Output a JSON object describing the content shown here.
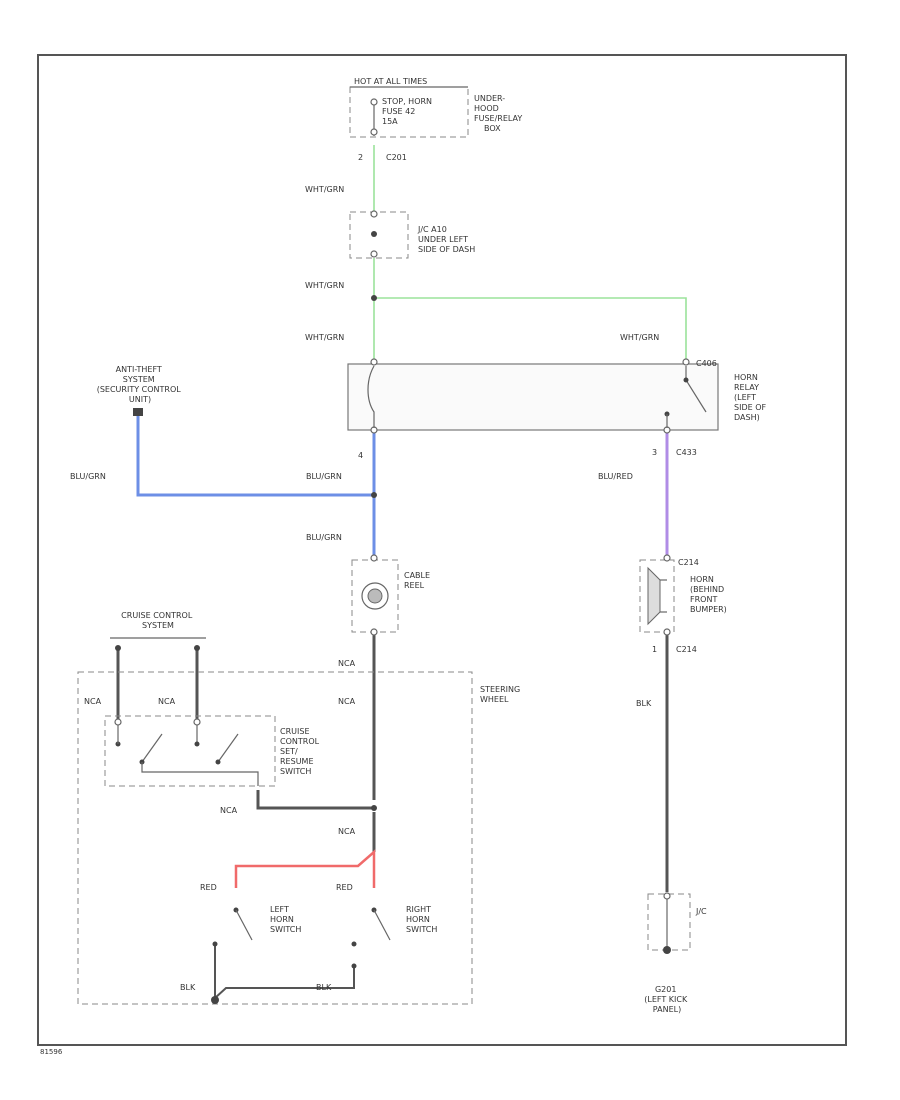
{
  "colors": {
    "wht_grn": "#9be39b",
    "blu_grn": "#6d8fe6",
    "blu_red": "#b08ce6",
    "red": "#f06a6a",
    "blk": "#555555",
    "nca": "#555555"
  },
  "power_label": "HOT AT ALL TIMES",
  "fuse": {
    "lines": [
      "STOP, HORN",
      "FUSE 42",
      "15A"
    ],
    "pin": "2",
    "connector": "C201"
  },
  "underhood": {
    "lines": [
      "UNDER-",
      "HOOD",
      "FUSE/RELAY",
      "BOX"
    ]
  },
  "jc": {
    "lines": [
      "J/C A10",
      "UNDER LEFT",
      "SIDE OF DASH"
    ]
  },
  "wires": {
    "wht_grn": "WHT/GRN",
    "blu_grn": "BLU/GRN",
    "blu_red": "BLU/RED",
    "nca": "NCA",
    "red": "RED",
    "blk": "BLK"
  },
  "relay": {
    "connector": "C406",
    "pin_left": "4",
    "pin_right": "3",
    "connector_bottom": "C433",
    "lines": [
      "HORN",
      "RELAY",
      "(LEFT",
      "SIDE OF",
      "DASH)"
    ]
  },
  "security": {
    "lines": [
      "ANTI-THEFT",
      "SYSTEM",
      "(SECURITY CONTROL",
      "UNIT)"
    ]
  },
  "cable_reel": {
    "lines": [
      "CABLE",
      "REEL"
    ]
  },
  "cruise_system": {
    "lines": [
      "CRUISE CONTROL",
      "SYSTEM"
    ]
  },
  "cruise_switch": {
    "lines": [
      "CRUISE",
      "CONTROL",
      "SET/",
      "RESUME",
      "SWITCH"
    ]
  },
  "steering": {
    "lines": [
      "STEERING",
      "WHEEL"
    ]
  },
  "left_horn": {
    "lines": [
      "LEFT",
      "HORN",
      "SWITCH"
    ]
  },
  "right_horn": {
    "lines": [
      "RIGHT",
      "HORN",
      "SWITCH"
    ]
  },
  "horn": {
    "connector": "C214",
    "pin_bottom": "1",
    "connector_bottom": "C214",
    "lines": [
      "HORN",
      "(BEHIND",
      "FRONT",
      "BUMPER)"
    ]
  },
  "ground": {
    "jc": "J/C",
    "lines": [
      "G201",
      "(LEFT KICK",
      "PANEL)"
    ]
  },
  "footer_code": "81596"
}
